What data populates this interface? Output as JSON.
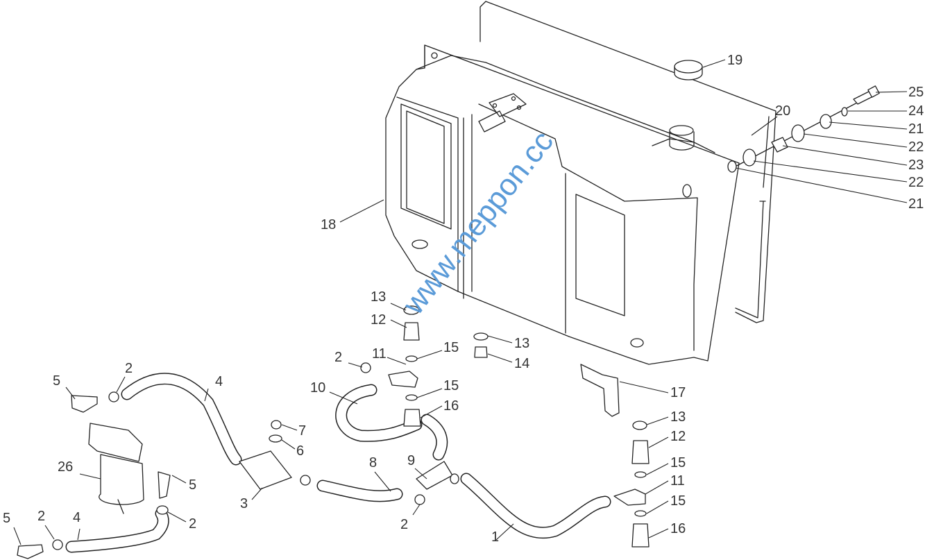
{
  "diagram": {
    "watermark": "www.meppon.cc",
    "callouts": [
      "19",
      "25",
      "24",
      "21",
      "20",
      "22",
      "23",
      "22",
      "21",
      "18",
      "13",
      "12",
      "2",
      "11",
      "15",
      "13",
      "14",
      "15",
      "16",
      "10",
      "17",
      "5",
      "2",
      "4",
      "7",
      "6",
      "26",
      "5",
      "3",
      "8",
      "9",
      "2",
      "1",
      "13",
      "12",
      "15",
      "11",
      "15",
      "16",
      "5",
      "2",
      "4",
      "2"
    ]
  }
}
